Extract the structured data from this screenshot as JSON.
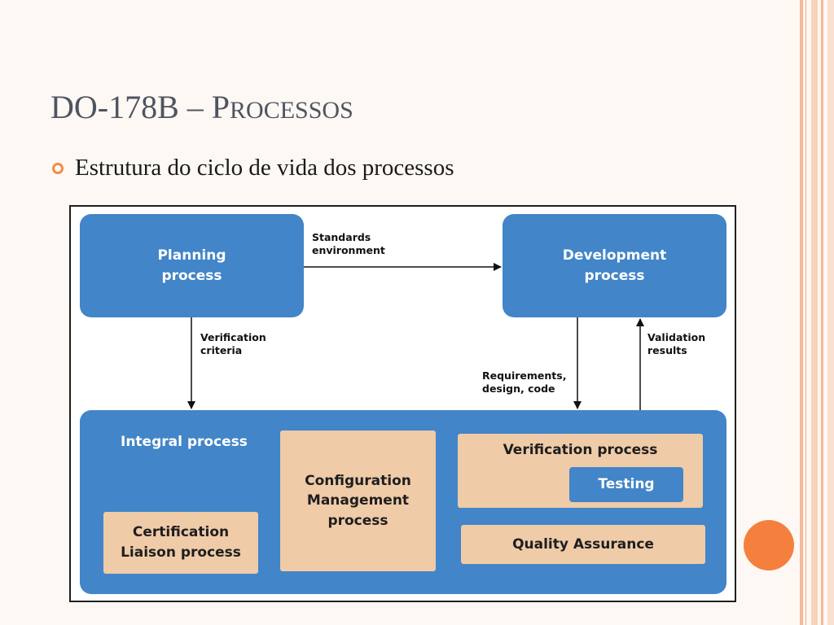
{
  "slide": {
    "title_main": "DO-178B – P",
    "title_sc": "ROCESSOS",
    "bullet": "Estrutura do ciclo de vida dos processos"
  },
  "diagram": {
    "planning_process": "Planning\nprocess",
    "development_process": "Development\nprocess",
    "integral_process": "Integral process",
    "configuration_management": "Configuration\nManagement\nprocess",
    "verification_process": "Verification process",
    "testing": "Testing",
    "quality_assurance": "Quality Assurance",
    "certification_liaison": "Certification\nLiaison process",
    "edges": {
      "standards_environment": "Standards\nenvironment",
      "verification_criteria": "Verification\ncriteria",
      "requirements_design_code": "Requirements,\ndesign, code",
      "validation_results": "Validation\nresults"
    }
  },
  "colors": {
    "process_blue": "#4285c8",
    "subprocess_tan": "#efcba8",
    "accent_orange": "#f5803e"
  }
}
